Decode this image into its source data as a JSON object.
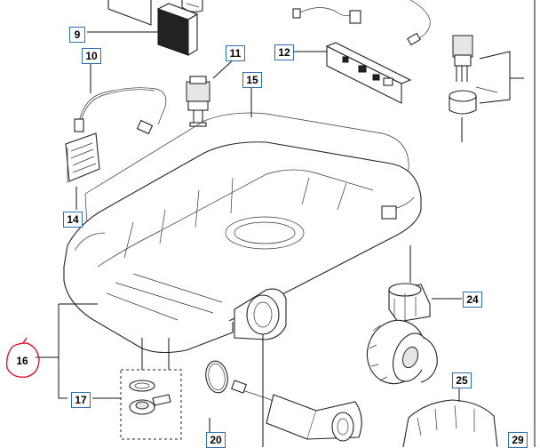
{
  "callouts": {
    "c9": "9",
    "c10": "10",
    "c11": "11",
    "c12": "12",
    "c14": "14",
    "c15": "15",
    "c16": "16",
    "c17": "17",
    "c20": "20",
    "c24": "24",
    "c25": "25",
    "c29": "29"
  },
  "colors": {
    "callout_border": "#2a6fb0",
    "line": "#111111",
    "highlight_circle": "#e2001a"
  }
}
